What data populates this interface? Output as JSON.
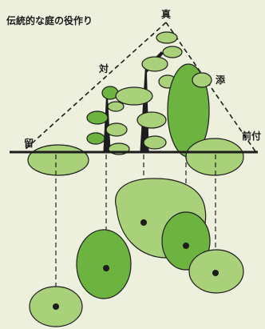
{
  "title": "伝統的な庭の役作り",
  "roles": {
    "shin": "真",
    "soe": "添",
    "tai": "対",
    "tome": "留",
    "maezuke": "前付"
  },
  "colors": {
    "background": "#eef0de",
    "foliage_light": "#a9d17a",
    "foliage_dark": "#6cb33f",
    "outline": "#1d1d1d"
  }
}
